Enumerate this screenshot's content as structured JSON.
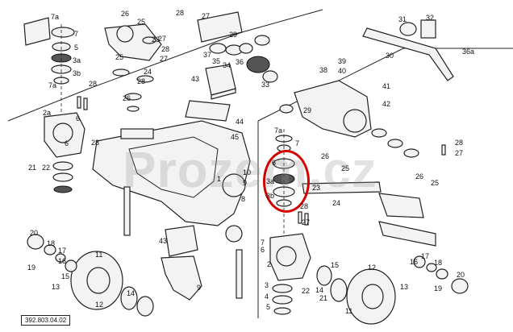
{
  "watermark": "Prozem.cz",
  "drawing_number": "392.803.04.02",
  "highlight_color": "#d40000",
  "callouts": [
    {
      "id": "c7a-top",
      "text": "7a"
    },
    {
      "id": "c7-top",
      "text": "7"
    },
    {
      "id": "c5-top",
      "text": "5"
    },
    {
      "id": "c3a-top",
      "text": "3a"
    },
    {
      "id": "c3b-top",
      "text": "3b"
    },
    {
      "id": "c2a",
      "text": "2a"
    },
    {
      "id": "c6-top",
      "text": "6"
    },
    {
      "id": "c28-a",
      "text": "28"
    },
    {
      "id": "c26-a",
      "text": "26"
    },
    {
      "id": "c25-a",
      "text": "25"
    },
    {
      "id": "c28-b",
      "text": "28"
    },
    {
      "id": "c27-a",
      "text": "27"
    },
    {
      "id": "c7a-b",
      "text": "7a"
    },
    {
      "id": "c23-a",
      "text": "23"
    },
    {
      "id": "c25-b",
      "text": "25"
    },
    {
      "id": "c24-a",
      "text": "24"
    },
    {
      "id": "c26-b",
      "text": "26"
    },
    {
      "id": "c28-c",
      "text": "28"
    },
    {
      "id": "c27-b",
      "text": "27"
    },
    {
      "id": "c37",
      "text": "37"
    },
    {
      "id": "c35",
      "text": "35"
    },
    {
      "id": "c34",
      "text": "34"
    },
    {
      "id": "c36",
      "text": "36"
    },
    {
      "id": "c29-a",
      "text": "29"
    },
    {
      "id": "c33",
      "text": "33"
    },
    {
      "id": "c43-a",
      "text": "43"
    },
    {
      "id": "c44",
      "text": "44"
    },
    {
      "id": "c45",
      "text": "45"
    },
    {
      "id": "c31",
      "text": "31"
    },
    {
      "id": "c32",
      "text": "32"
    },
    {
      "id": "c30",
      "text": "30"
    },
    {
      "id": "c36a",
      "text": "36a"
    },
    {
      "id": "c38",
      "text": "38"
    },
    {
      "id": "c39",
      "text": "39"
    },
    {
      "id": "c40",
      "text": "40"
    },
    {
      "id": "c41",
      "text": "41"
    },
    {
      "id": "c42",
      "text": "42"
    },
    {
      "id": "c29-b",
      "text": "29"
    },
    {
      "id": "c28-d",
      "text": "28"
    },
    {
      "id": "c21",
      "text": "21"
    },
    {
      "id": "c22",
      "text": "22"
    },
    {
      "id": "c1-a",
      "text": "1"
    },
    {
      "id": "c6-b",
      "text": "6"
    },
    {
      "id": "c10",
      "text": "10"
    },
    {
      "id": "c9",
      "text": "9"
    },
    {
      "id": "c8",
      "text": "8"
    },
    {
      "id": "c3a-b",
      "text": "3a"
    },
    {
      "id": "c3b-b",
      "text": "3b"
    },
    {
      "id": "c7a-c",
      "text": "7a"
    },
    {
      "id": "c7-b",
      "text": "7"
    },
    {
      "id": "c6-c",
      "text": "6"
    },
    {
      "id": "c28-e",
      "text": "28"
    },
    {
      "id": "c27-c",
      "text": "27"
    },
    {
      "id": "c26-c",
      "text": "26"
    },
    {
      "id": "c25-c",
      "text": "25"
    },
    {
      "id": "c23-b",
      "text": "23"
    },
    {
      "id": "c24-b",
      "text": "24"
    },
    {
      "id": "c28-f",
      "text": "28"
    },
    {
      "id": "c27-d",
      "text": "27"
    },
    {
      "id": "c26-d",
      "text": "26"
    },
    {
      "id": "c25-d",
      "text": "25"
    },
    {
      "id": "c2",
      "text": "2"
    },
    {
      "id": "c3",
      "text": "3"
    },
    {
      "id": "c4",
      "text": "4"
    },
    {
      "id": "c5-b",
      "text": "5"
    },
    {
      "id": "c22-b",
      "text": "22"
    },
    {
      "id": "c21-b",
      "text": "21"
    },
    {
      "id": "c6-d",
      "text": "6"
    },
    {
      "id": "c7-c",
      "text": "7"
    },
    {
      "id": "c20-a",
      "text": "20"
    },
    {
      "id": "c18-a",
      "text": "18"
    },
    {
      "id": "c17-a",
      "text": "17"
    },
    {
      "id": "c16-a",
      "text": "16"
    },
    {
      "id": "c19-a",
      "text": "19"
    },
    {
      "id": "c15-a",
      "text": "15"
    },
    {
      "id": "c11-a",
      "text": "11"
    },
    {
      "id": "c13-a",
      "text": "13"
    },
    {
      "id": "c14-a",
      "text": "14"
    },
    {
      "id": "c12-a",
      "text": "12"
    },
    {
      "id": "c43-b",
      "text": "43"
    },
    {
      "id": "c9-b",
      "text": "9"
    },
    {
      "id": "c12-b",
      "text": "12"
    },
    {
      "id": "c11-b",
      "text": "11"
    },
    {
      "id": "c14-b",
      "text": "14"
    },
    {
      "id": "c13-b",
      "text": "13"
    },
    {
      "id": "c15-b",
      "text": "15"
    },
    {
      "id": "c16-b",
      "text": "16"
    },
    {
      "id": "c17-b",
      "text": "17"
    },
    {
      "id": "c18-b",
      "text": "18"
    },
    {
      "id": "c19-b",
      "text": "19"
    },
    {
      "id": "c20-b",
      "text": "20"
    },
    {
      "id": "c27-e",
      "text": "27"
    },
    {
      "id": "c28-g",
      "text": "28"
    }
  ]
}
